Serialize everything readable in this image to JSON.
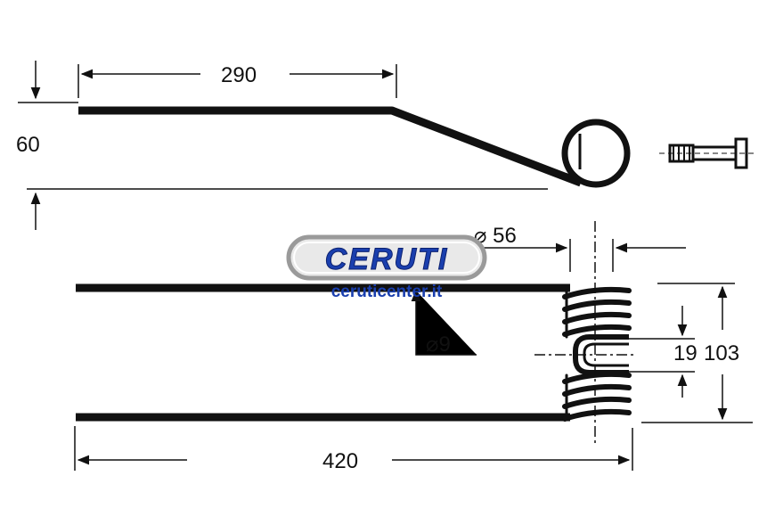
{
  "dimensions": {
    "top_length": "290",
    "offset_height": "60",
    "coil_diameter": "⌀ 56",
    "wire_diameter": "⌀9",
    "coil_gap": "19",
    "overall_height": "103",
    "total_length": "420"
  },
  "watermark": {
    "brand": "CERUTI",
    "url": "ceruticenter.it"
  },
  "colors": {
    "ink": "#111111",
    "logo_blue": "#1a3fae",
    "logo_gray": "#9a9a9a"
  }
}
